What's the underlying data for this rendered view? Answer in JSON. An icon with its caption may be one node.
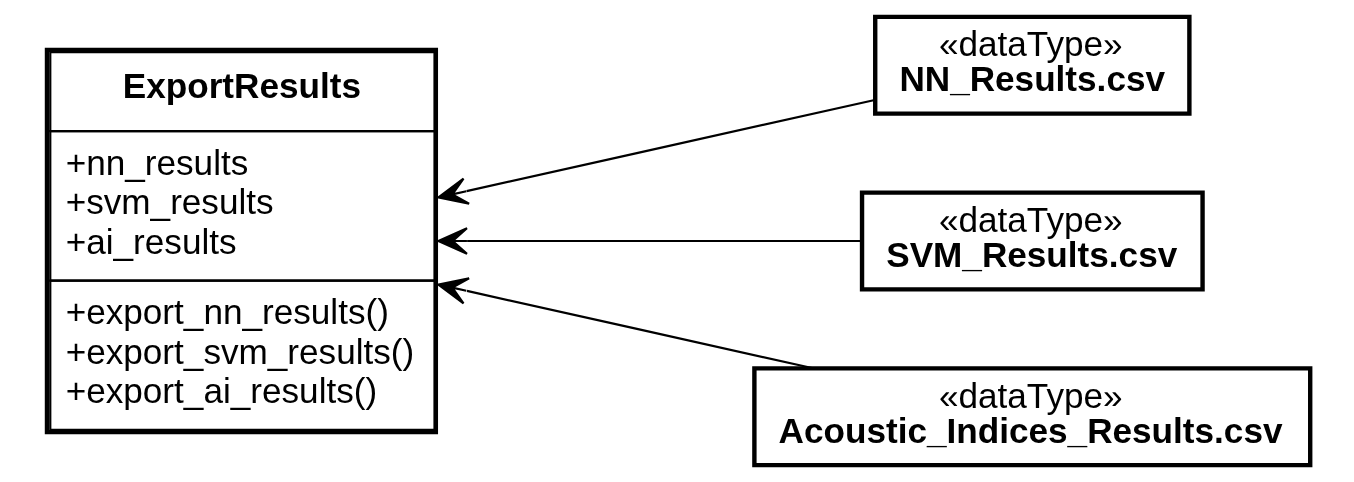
{
  "diagram": {
    "nodes": [
      {
        "text": [
          "ExportResults",
          "+nn_results +svm_results +ai_results",
          "+export_nn_results() +export_svm_results() +export_ai_results()"
        ]
      },
      {
        "text": [
          "«dataType»",
          "NN_Results.csv"
        ]
      },
      {
        "text": [
          "«dataType»",
          "SVM_Results.csv"
        ]
      },
      {
        "text": [
          "«dataType»",
          "Acoustic_Indices_Results.csv"
        ]
      }
    ],
    "edges": [
      {
        "from": 1,
        "to": 0,
        "arrow": "to"
      },
      {
        "from": 2,
        "to": 0,
        "arrow": "to"
      },
      {
        "from": 3,
        "to": 0,
        "arrow": "to"
      }
    ]
  }
}
